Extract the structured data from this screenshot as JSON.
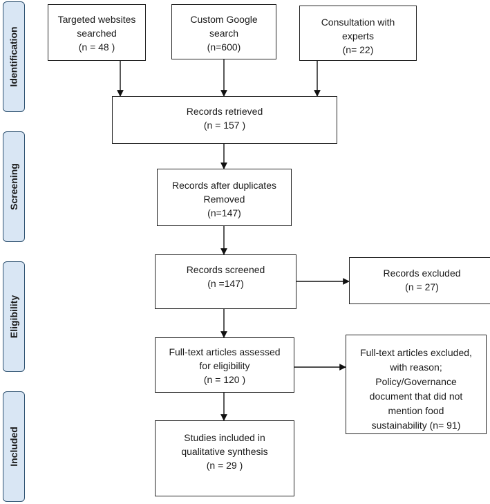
{
  "phases": {
    "identification": "Identification",
    "screening": "Screening",
    "eligibility": "Eligibility",
    "included": "Included"
  },
  "boxes": {
    "targeted_websites": {
      "lines": [
        "Targeted websites",
        "searched",
        "(n =  48 )"
      ]
    },
    "custom_google": {
      "lines": [
        "Custom Google",
        "search",
        "(n=600)"
      ]
    },
    "consultation": {
      "lines": [
        "Consultation with",
        "experts",
        "(n= 22)"
      ]
    },
    "records_retrieved": {
      "lines": [
        "Records retrieved",
        "(n =  157 )"
      ]
    },
    "after_duplicates": {
      "lines": [
        "Records after duplicates",
        "Removed",
        "(n=147)"
      ]
    },
    "records_screened": {
      "lines": [
        "Records screened",
        "(n =147)"
      ]
    },
    "records_excluded": {
      "lines": [
        "Records excluded",
        "(n =    27)"
      ]
    },
    "fulltext_assessed": {
      "lines": [
        "Full-text articles assessed",
        "for eligibility",
        "(n =  120 )"
      ]
    },
    "fulltext_excluded": {
      "lines": [
        "Full-text articles excluded,",
        "with reason;",
        "Policy/Governance",
        "document that did not",
        "mention food",
        "sustainability (n= 91)"
      ]
    },
    "studies_included": {
      "lines": [
        "Studies included in",
        "qualitative synthesis",
        "(n =  29 )"
      ]
    }
  }
}
